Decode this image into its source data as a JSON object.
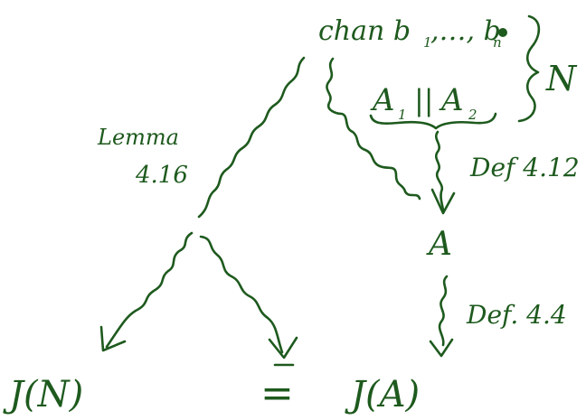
{
  "ink_color": "#1e5a1e",
  "background": "#ffffff",
  "labels": {
    "chan": "chan b",
    "chan_sub1": "1",
    "chan_mid": ",…, b",
    "chan_subn": "n",
    "network": "N",
    "composition_left": "A",
    "composition_left_sub": "1",
    "parallel": "||",
    "composition_right": "A",
    "composition_right_sub": "2",
    "lemma_line1": "Lemma",
    "lemma_line2": "4.16",
    "def_1": "Def 4.12",
    "automaton": "A",
    "def_2": "Def. 4.4",
    "semantics_network": "J(N)",
    "equals": "=",
    "semantics_automaton": "J(A)"
  }
}
